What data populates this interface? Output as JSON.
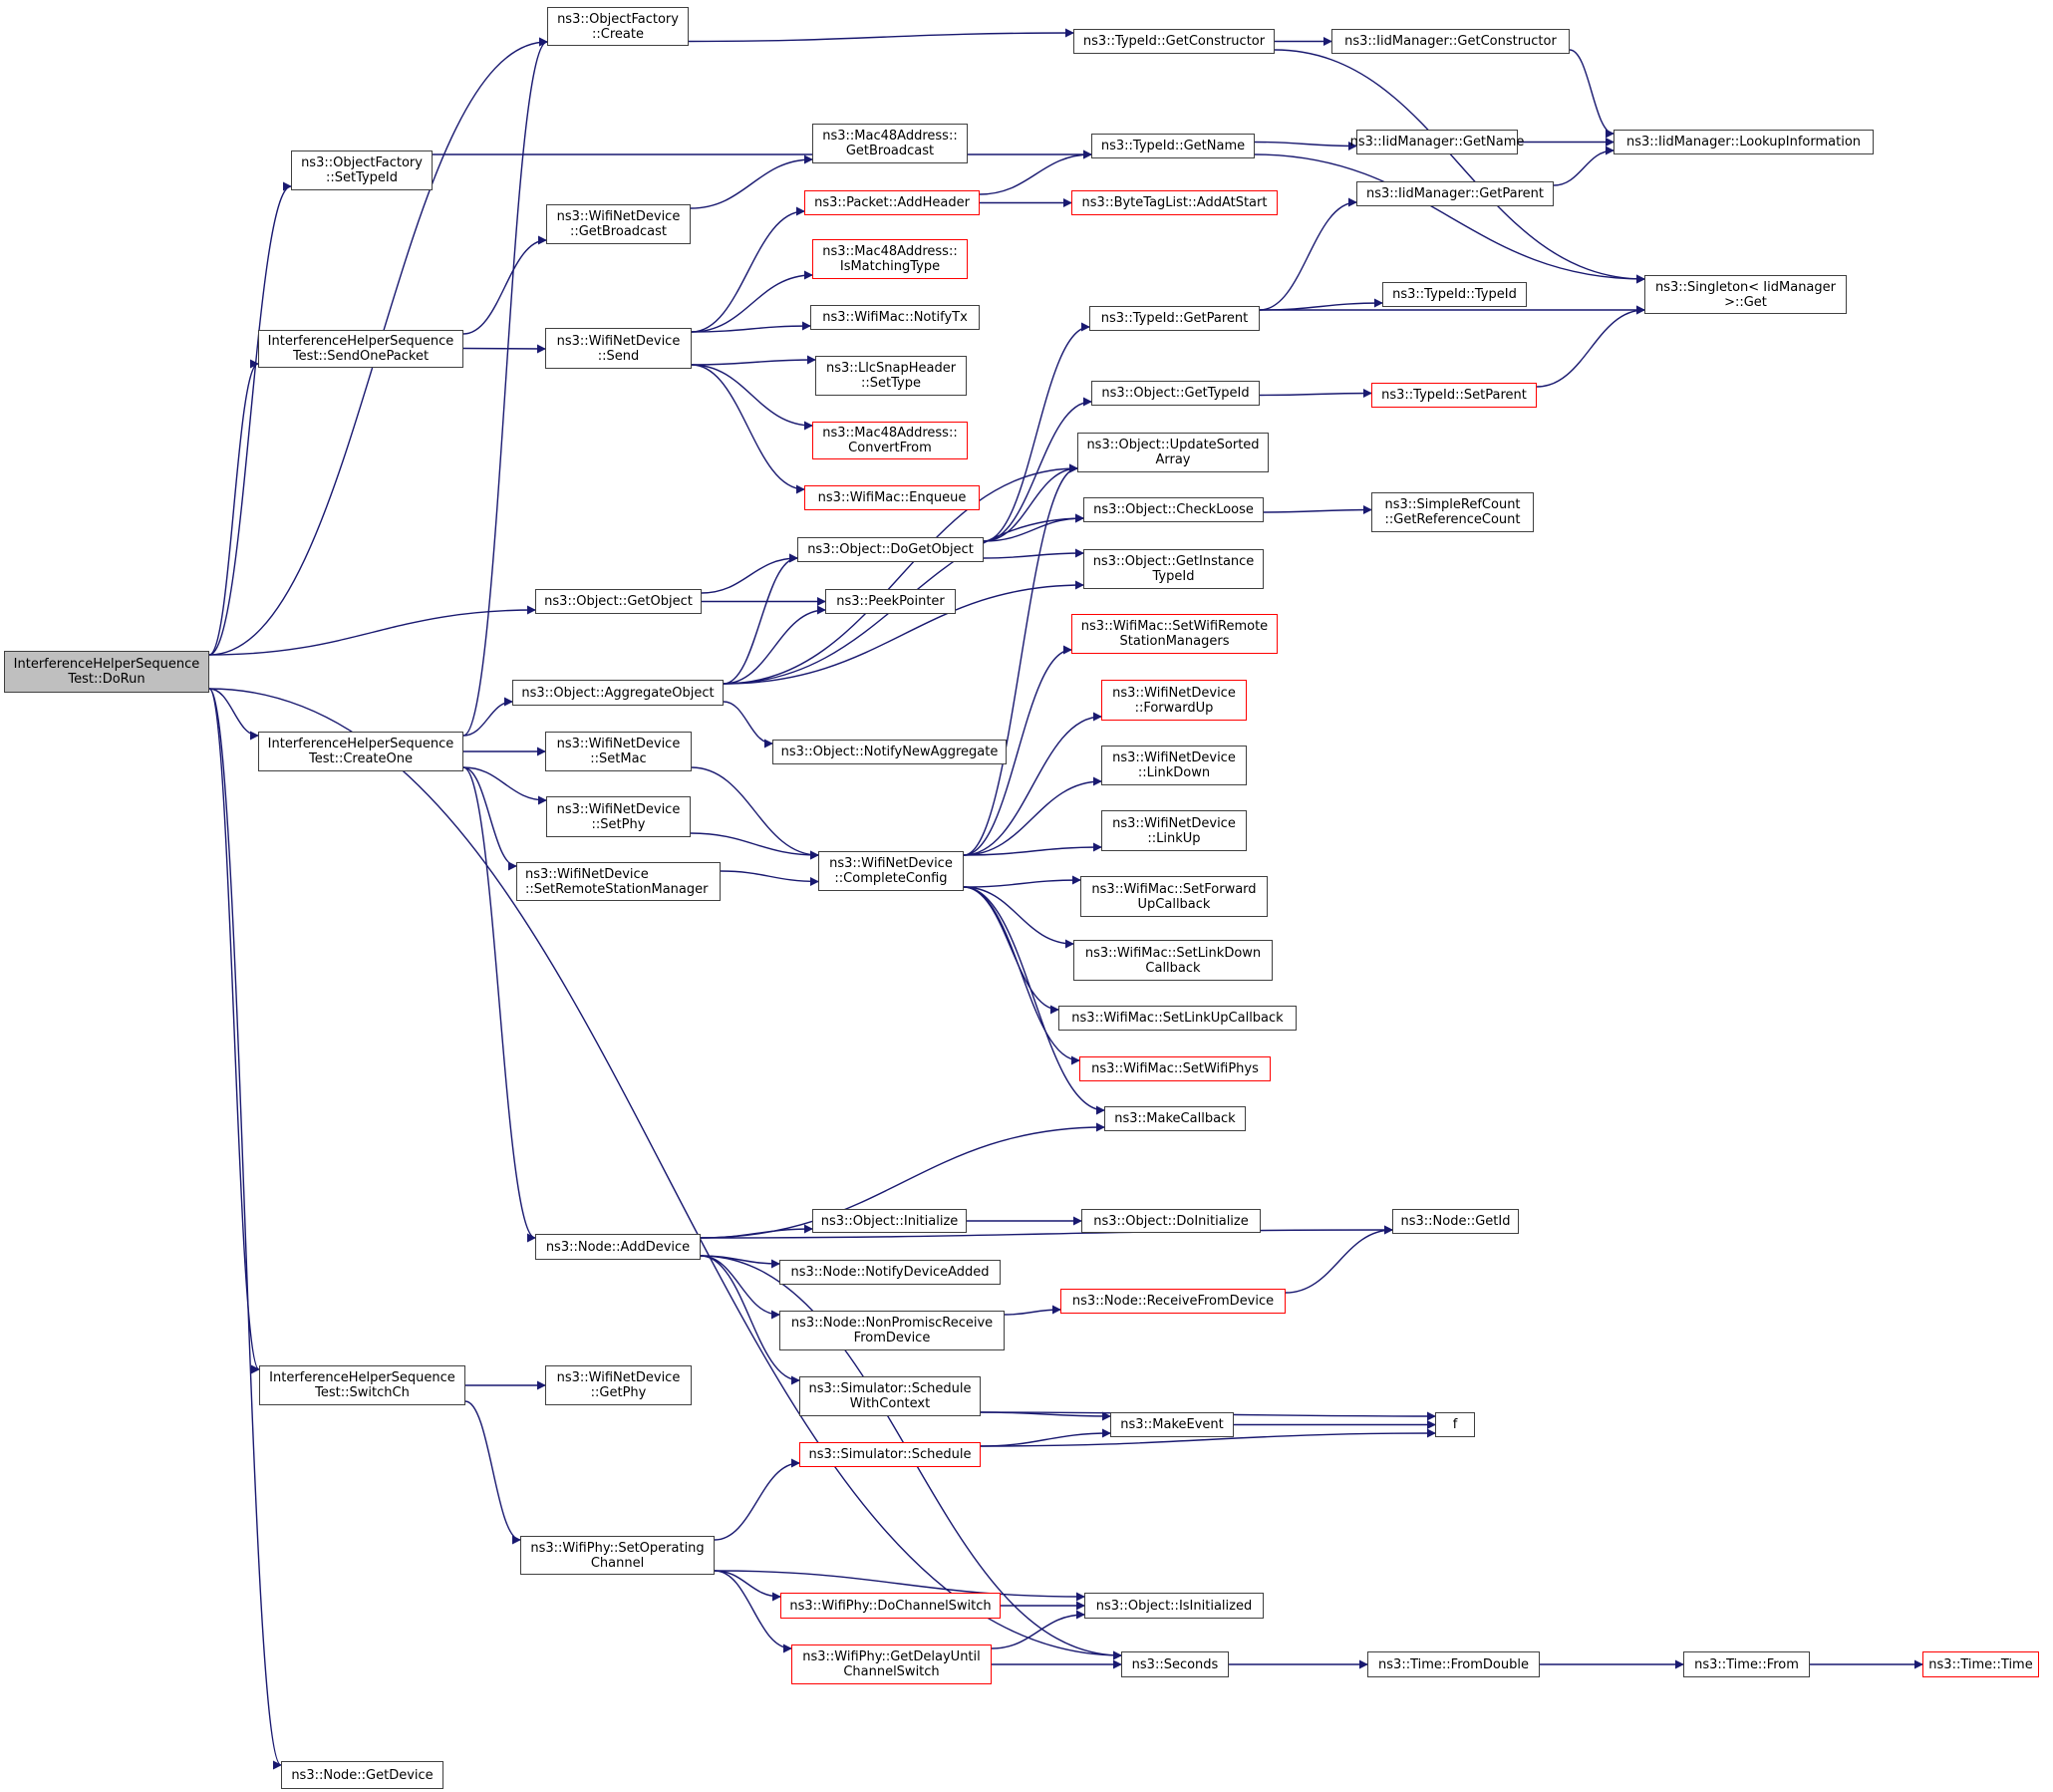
{
  "graph": {
    "title": "InterferenceHelperSequenceTest::DoRun call graph",
    "edge_color": "#191970",
    "external_border_color": "#ff0000",
    "root_fill_color": "#bfbfbf",
    "nodes": {
      "dorun": {
        "label": "InterferenceHelperSequence\nTest::DoRun",
        "kind": "root"
      },
      "of_create": {
        "label": "ns3::ObjectFactory\n::Create",
        "kind": "normal"
      },
      "of_settypeid": {
        "label": "ns3::ObjectFactory\n::SetTypeId",
        "kind": "normal"
      },
      "sendonepacket": {
        "label": "InterferenceHelperSequence\nTest::SendOnePacket",
        "kind": "normal"
      },
      "createone": {
        "label": "InterferenceHelperSequence\nTest::CreateOne",
        "kind": "normal"
      },
      "switchch": {
        "label": "InterferenceHelperSequence\nTest::SwitchCh",
        "kind": "normal"
      },
      "node_getdevice": {
        "label": "ns3::Node::GetDevice",
        "kind": "normal"
      },
      "wnd_getbroadcast": {
        "label": "ns3::WifiNetDevice\n::GetBroadcast",
        "kind": "normal"
      },
      "wnd_send": {
        "label": "ns3::WifiNetDevice\n::Send",
        "kind": "normal"
      },
      "obj_getobject": {
        "label": "ns3::Object::GetObject",
        "kind": "normal"
      },
      "obj_aggregate": {
        "label": "ns3::Object::AggregateObject",
        "kind": "normal"
      },
      "wnd_setmac": {
        "label": "ns3::WifiNetDevice\n::SetMac",
        "kind": "normal"
      },
      "wnd_setphy": {
        "label": "ns3::WifiNetDevice\n::SetPhy",
        "kind": "normal"
      },
      "wnd_setrsm": {
        "label": "ns3::WifiNetDevice\n::SetRemoteStationManager",
        "kind": "normal",
        "align": "left"
      },
      "node_adddevice": {
        "label": "ns3::Node::AddDevice",
        "kind": "normal"
      },
      "wnd_getphy": {
        "label": "ns3::WifiNetDevice\n::GetPhy",
        "kind": "normal"
      },
      "phy_setopchan": {
        "label": "ns3::WifiPhy::SetOperating\nChannel",
        "kind": "normal"
      },
      "mac48_getbroadcast": {
        "label": "ns3::Mac48Address::\nGetBroadcast",
        "kind": "normal"
      },
      "packet_addheader": {
        "label": "ns3::Packet::AddHeader",
        "kind": "external"
      },
      "mac48_ismatching": {
        "label": "ns3::Mac48Address::\nIsMatchingType",
        "kind": "external"
      },
      "mac_notifytx": {
        "label": "ns3::WifiMac::NotifyTx",
        "kind": "normal"
      },
      "llc_settype": {
        "label": "ns3::LlcSnapHeader\n::SetType",
        "kind": "normal"
      },
      "mac48_convertfrom": {
        "label": "ns3::Mac48Address::\nConvertFrom",
        "kind": "external"
      },
      "mac_enqueue": {
        "label": "ns3::WifiMac::Enqueue",
        "kind": "external"
      },
      "obj_dogetobject": {
        "label": "ns3::Object::DoGetObject",
        "kind": "normal"
      },
      "peekpointer": {
        "label": "ns3::PeekPointer",
        "kind": "normal"
      },
      "obj_notifynewagg": {
        "label": "ns3::Object::NotifyNewAggregate",
        "kind": "normal"
      },
      "wnd_completeconfig": {
        "label": "ns3::WifiNetDevice\n::CompleteConfig",
        "kind": "normal"
      },
      "tid_getconstructor": {
        "label": "ns3::TypeId::GetConstructor",
        "kind": "normal"
      },
      "iid_getconstructor": {
        "label": "ns3::IidManager::GetConstructor",
        "kind": "normal"
      },
      "tid_getname": {
        "label": "ns3::TypeId::GetName",
        "kind": "normal"
      },
      "btl_addatstart": {
        "label": "ns3::ByteTagList::AddAtStart",
        "kind": "external"
      },
      "iid_getname": {
        "label": "ns3::IidManager::GetName",
        "kind": "normal"
      },
      "iid_lookup": {
        "label": "ns3::IidManager::LookupInformation",
        "kind": "normal"
      },
      "iid_getparent": {
        "label": "ns3::IidManager::GetParent",
        "kind": "normal"
      },
      "tid_getparent": {
        "label": "ns3::TypeId::GetParent",
        "kind": "normal"
      },
      "tid_typeid": {
        "label": "ns3::TypeId::TypeId",
        "kind": "normal"
      },
      "singleton_get": {
        "label": "ns3::Singleton< IidManager\n>::Get",
        "kind": "normal"
      },
      "obj_gettypeid": {
        "label": "ns3::Object::GetTypeId",
        "kind": "normal"
      },
      "tid_setparent": {
        "label": "ns3::TypeId::SetParent",
        "kind": "external"
      },
      "obj_updatesorted": {
        "label": "ns3::Object::UpdateSorted\nArray",
        "kind": "normal"
      },
      "obj_checkloose": {
        "label": "ns3::Object::CheckLoose",
        "kind": "normal"
      },
      "src_getrefcount": {
        "label": "ns3::SimpleRefCount\n::GetReferenceCount",
        "kind": "normal"
      },
      "obj_getinstancetypeid": {
        "label": "ns3::Object::GetInstance\nTypeId",
        "kind": "normal"
      },
      "mac_setrsm": {
        "label": "ns3::WifiMac::SetWifiRemote\nStationManagers",
        "kind": "external"
      },
      "wnd_forwardup": {
        "label": "ns3::WifiNetDevice\n::ForwardUp",
        "kind": "external"
      },
      "wnd_linkdown": {
        "label": "ns3::WifiNetDevice\n::LinkDown",
        "kind": "normal"
      },
      "wnd_linkup": {
        "label": "ns3::WifiNetDevice\n::LinkUp",
        "kind": "normal"
      },
      "mac_setfwdupcb": {
        "label": "ns3::WifiMac::SetForward\nUpCallback",
        "kind": "normal"
      },
      "mac_setlinkdowncb": {
        "label": "ns3::WifiMac::SetLinkDown\nCallback",
        "kind": "normal"
      },
      "mac_setlinkupcb": {
        "label": "ns3::WifiMac::SetLinkUpCallback",
        "kind": "normal"
      },
      "mac_setwifiphys": {
        "label": "ns3::WifiMac::SetWifiPhys",
        "kind": "external"
      },
      "makecallback": {
        "label": "ns3::MakeCallback",
        "kind": "normal"
      },
      "obj_initialize": {
        "label": "ns3::Object::Initialize",
        "kind": "normal"
      },
      "obj_doinitialize": {
        "label": "ns3::Object::DoInitialize",
        "kind": "normal"
      },
      "node_getid": {
        "label": "ns3::Node::GetId",
        "kind": "normal"
      },
      "node_notifydeviceadded": {
        "label": "ns3::Node::NotifyDeviceAdded",
        "kind": "normal"
      },
      "node_nonpromisc": {
        "label": "ns3::Node::NonPromiscReceive\nFromDevice",
        "kind": "normal"
      },
      "node_receivefromdevice": {
        "label": "ns3::Node::ReceiveFromDevice",
        "kind": "external"
      },
      "sim_schedwithctx": {
        "label": "ns3::Simulator::Schedule\nWithContext",
        "kind": "normal"
      },
      "sim_schedule": {
        "label": "ns3::Simulator::Schedule",
        "kind": "external"
      },
      "makeevent": {
        "label": "ns3::MakeEvent",
        "kind": "normal"
      },
      "f": {
        "label": "f",
        "kind": "normal"
      },
      "phy_dochanswitch": {
        "label": "ns3::WifiPhy::DoChannelSwitch",
        "kind": "external"
      },
      "phy_getdelay": {
        "label": "ns3::WifiPhy::GetDelayUntil\nChannelSwitch",
        "kind": "external"
      },
      "obj_isinitialized": {
        "label": "ns3::Object::IsInitialized",
        "kind": "normal"
      },
      "seconds": {
        "label": "ns3::Seconds",
        "kind": "normal"
      },
      "time_fromdouble": {
        "label": "ns3::Time::FromDouble",
        "kind": "normal"
      },
      "time_from": {
        "label": "ns3::Time::From",
        "kind": "normal"
      },
      "time_time": {
        "label": "ns3::Time::Time",
        "kind": "external"
      }
    },
    "edges": [
      [
        "dorun",
        "of_create"
      ],
      [
        "dorun",
        "of_settypeid"
      ],
      [
        "dorun",
        "sendonepacket"
      ],
      [
        "dorun",
        "obj_getobject"
      ],
      [
        "dorun",
        "createone"
      ],
      [
        "dorun",
        "switchch"
      ],
      [
        "dorun",
        "seconds"
      ],
      [
        "dorun",
        "node_getdevice"
      ],
      [
        "of_create",
        "tid_getconstructor"
      ],
      [
        "of_settypeid",
        "tid_getname"
      ],
      [
        "sendonepacket",
        "wnd_getbroadcast"
      ],
      [
        "sendonepacket",
        "wnd_send"
      ],
      [
        "wnd_getbroadcast",
        "mac48_getbroadcast"
      ],
      [
        "wnd_send",
        "packet_addheader"
      ],
      [
        "wnd_send",
        "mac48_ismatching"
      ],
      [
        "wnd_send",
        "mac_notifytx"
      ],
      [
        "wnd_send",
        "llc_settype"
      ],
      [
        "wnd_send",
        "mac48_convertfrom"
      ],
      [
        "wnd_send",
        "mac_enqueue"
      ],
      [
        "packet_addheader",
        "tid_getname"
      ],
      [
        "packet_addheader",
        "btl_addatstart"
      ],
      [
        "tid_getconstructor",
        "iid_getconstructor"
      ],
      [
        "tid_getconstructor",
        "singleton_get"
      ],
      [
        "iid_getconstructor",
        "iid_lookup"
      ],
      [
        "tid_getname",
        "iid_getname"
      ],
      [
        "tid_getname",
        "singleton_get"
      ],
      [
        "iid_getname",
        "iid_lookup"
      ],
      [
        "iid_getparent",
        "iid_lookup"
      ],
      [
        "tid_getparent",
        "iid_getparent"
      ],
      [
        "tid_getparent",
        "tid_typeid"
      ],
      [
        "tid_getparent",
        "singleton_get"
      ],
      [
        "obj_gettypeid",
        "tid_setparent"
      ],
      [
        "tid_setparent",
        "singleton_get"
      ],
      [
        "obj_checkloose",
        "src_getrefcount"
      ],
      [
        "obj_getobject",
        "obj_dogetobject"
      ],
      [
        "obj_getobject",
        "peekpointer"
      ],
      [
        "obj_dogetobject",
        "tid_getparent"
      ],
      [
        "obj_dogetobject",
        "obj_gettypeid"
      ],
      [
        "obj_dogetobject",
        "obj_updatesorted"
      ],
      [
        "obj_dogetobject",
        "obj_checkloose"
      ],
      [
        "obj_dogetobject",
        "obj_getinstancetypeid"
      ],
      [
        "obj_aggregate",
        "obj_dogetobject"
      ],
      [
        "obj_aggregate",
        "peekpointer"
      ],
      [
        "obj_aggregate",
        "obj_updatesorted"
      ],
      [
        "obj_aggregate",
        "obj_checkloose"
      ],
      [
        "obj_aggregate",
        "obj_getinstancetypeid"
      ],
      [
        "obj_aggregate",
        "obj_notifynewagg"
      ],
      [
        "createone",
        "of_create"
      ],
      [
        "createone",
        "obj_aggregate"
      ],
      [
        "createone",
        "wnd_setmac"
      ],
      [
        "createone",
        "wnd_setphy"
      ],
      [
        "createone",
        "wnd_setrsm"
      ],
      [
        "createone",
        "node_adddevice"
      ],
      [
        "wnd_setmac",
        "wnd_completeconfig"
      ],
      [
        "wnd_setphy",
        "wnd_completeconfig"
      ],
      [
        "wnd_setrsm",
        "wnd_completeconfig"
      ],
      [
        "wnd_completeconfig",
        "obj_updatesorted"
      ],
      [
        "wnd_completeconfig",
        "mac_setrsm"
      ],
      [
        "wnd_completeconfig",
        "wnd_forwardup"
      ],
      [
        "wnd_completeconfig",
        "wnd_linkdown"
      ],
      [
        "wnd_completeconfig",
        "wnd_linkup"
      ],
      [
        "wnd_completeconfig",
        "mac_setfwdupcb"
      ],
      [
        "wnd_completeconfig",
        "mac_setlinkdowncb"
      ],
      [
        "wnd_completeconfig",
        "mac_setlinkupcb"
      ],
      [
        "wnd_completeconfig",
        "mac_setwifiphys"
      ],
      [
        "wnd_completeconfig",
        "makecallback"
      ],
      [
        "node_adddevice",
        "makecallback"
      ],
      [
        "node_adddevice",
        "node_getid"
      ],
      [
        "node_adddevice",
        "obj_initialize"
      ],
      [
        "node_adddevice",
        "node_notifydeviceadded"
      ],
      [
        "node_adddevice",
        "node_nonpromisc"
      ],
      [
        "node_adddevice",
        "sim_schedwithctx"
      ],
      [
        "node_adddevice",
        "seconds"
      ],
      [
        "obj_initialize",
        "obj_doinitialize"
      ],
      [
        "node_nonpromisc",
        "node_receivefromdevice"
      ],
      [
        "node_receivefromdevice",
        "node_getid"
      ],
      [
        "sim_schedwithctx",
        "makeevent"
      ],
      [
        "sim_schedwithctx",
        "f"
      ],
      [
        "sim_schedule",
        "makeevent"
      ],
      [
        "sim_schedule",
        "f"
      ],
      [
        "makeevent",
        "f"
      ],
      [
        "switchch",
        "wnd_getphy"
      ],
      [
        "switchch",
        "phy_setopchan"
      ],
      [
        "phy_setopchan",
        "sim_schedule"
      ],
      [
        "phy_setopchan",
        "obj_isinitialized"
      ],
      [
        "phy_setopchan",
        "phy_dochanswitch"
      ],
      [
        "phy_setopchan",
        "phy_getdelay"
      ],
      [
        "phy_dochanswitch",
        "obj_isinitialized"
      ],
      [
        "phy_getdelay",
        "obj_isinitialized"
      ],
      [
        "phy_getdelay",
        "seconds"
      ],
      [
        "seconds",
        "time_fromdouble"
      ],
      [
        "time_fromdouble",
        "time_from"
      ],
      [
        "time_from",
        "time_time"
      ]
    ]
  }
}
